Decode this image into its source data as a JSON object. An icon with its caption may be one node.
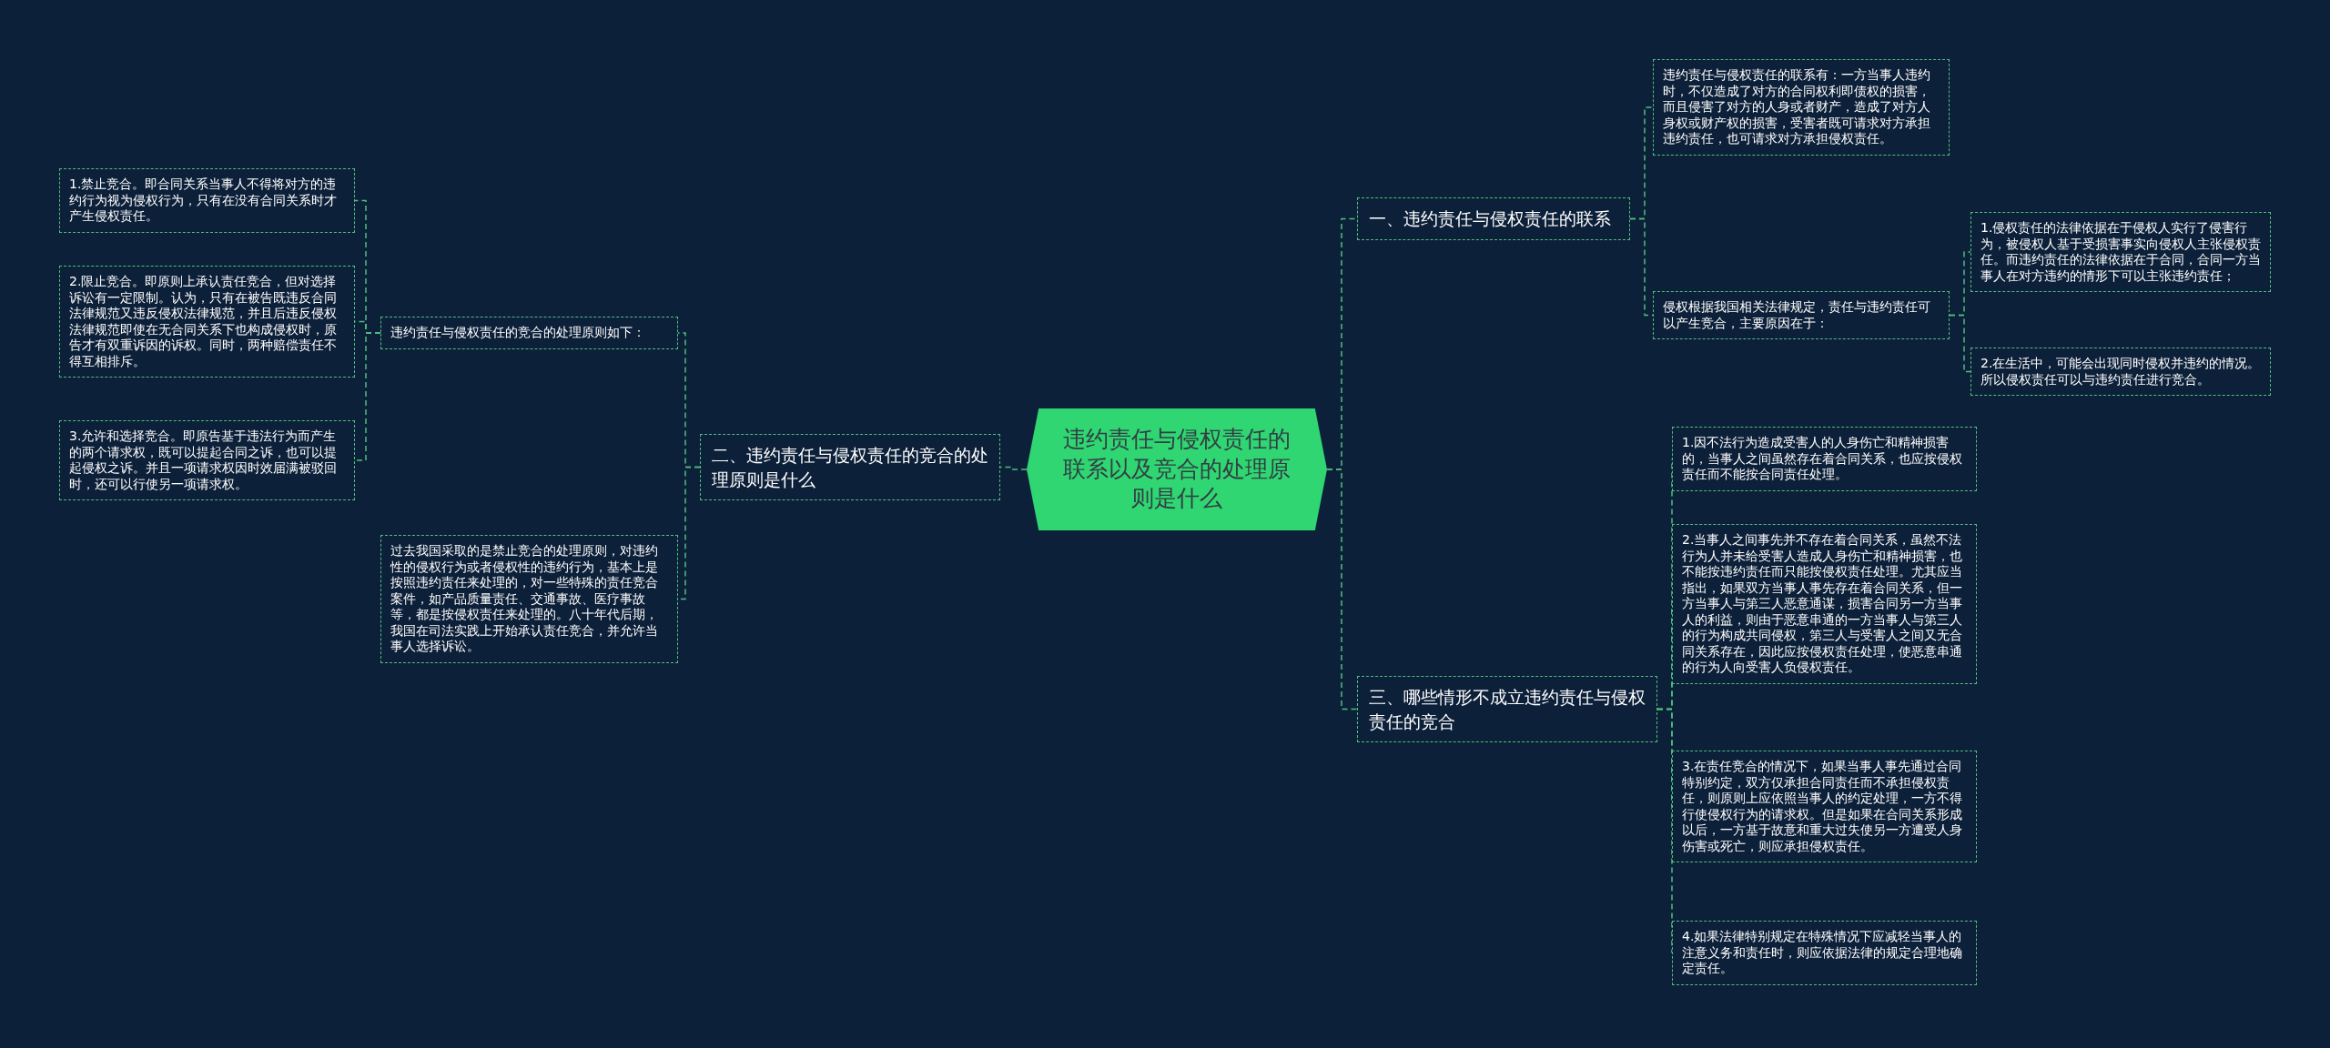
{
  "diagram": {
    "nodes": [
      {
        "text": [
          "违约责任与侵权责任的联系以及竞合的处理原则是什么"
        ]
      },
      {
        "text": [
          "一、违约责任与侵权责任的联系"
        ]
      },
      {
        "text": [
          "违约责任与侵权责任的联系有：一方当事人违约时，不仅造成了对方的合同权利即债权的损害，而且侵害了对方的人身或者财产，造成了对方人身权或财产权的损害，受害者既可请求对方承担违约责任，也可请求对方承担侵权责任。"
        ]
      },
      {
        "text": [
          "侵权根据我国相关法律规定，责任与违约责任可以产生竞合，主要原因在于："
        ]
      },
      {
        "text": [
          "1.侵权责任的法律依据在于侵权人实行了侵害行为，被侵权人基于受损害事实向侵权人主张侵权责任。而违约责任的法律依据在于合同，合同一方当事人在对方违约的情形下可以主张违约责任；"
        ]
      },
      {
        "text": [
          "2.在生活中，可能会出现同时侵权并违约的情况。所以侵权责任可以与违约责任进行竞合。"
        ]
      },
      {
        "text": [
          "二、违约责任与侵权责任的竞合的处理原则是什么"
        ]
      },
      {
        "text": [
          "违约责任与侵权责任的竞合的处理原则如下："
        ]
      },
      {
        "text": [
          "1.禁止竞合。即合同关系当事人不得将对方的违约行为视为侵权行为，只有在没有合同关系时才产生侵权责任。"
        ]
      },
      {
        "text": [
          "2.限止竞合。即原则上承认责任竞合，但对选择诉讼有一定限制。认为，只有在被告既违反合同法律规范又违反侵权法律规范，并且后违反侵权法律规范即使在无合同关系下也构成侵权时，原告才有双重诉因的诉权。同时，两种赔偿责任不得互相排斥。"
        ]
      },
      {
        "text": [
          "3.允许和选择竞合。即原告基于违法行为而产生的两个请求权，既可以提起合同之诉，也可以提起侵权之诉。并且一项请求权因时效届满被驳回时，还可以行使另一项请求权。"
        ]
      },
      {
        "text": [
          "过去我国采取的是禁止竞合的处理原则，对违约性的侵权行为或者侵权性的违约行为，基本上是按照违约责任来处理的，对一些特殊的责任竞合案件，如产品质量责任、交通事故、医疗事故等，都是按侵权责任来处理的。八十年代后期，我国在司法实践上开始承认责任竞合，并允许当事人选择诉讼。"
        ]
      },
      {
        "text": [
          "三、哪些情形不成立违约责任与侵权责任的竞合"
        ]
      },
      {
        "text": [
          "1.因不法行为造成受害人的人身伤亡和精神损害的，当事人之间虽然存在着合同关系，也应按侵权责任而不能按合同责任处理。"
        ]
      },
      {
        "text": [
          "2.当事人之间事先并不存在着合同关系，虽然不法行为人并未给受害人造成人身伤亡和精神损害，也不能按违约责任而只能按侵权责任处理。尤其应当指出，如果双方当事人事先存在着合同关系，但一方当事人与第三人恶意通谋，损害合同另一方当事人的利益，则由于恶意串通的一方当事人与第三人的行为构成共同侵权，第三人与受害人之间又无合同关系存在，因此应按侵权责任处理，使恶意串通的行为人向受害人负侵权责任。"
        ]
      },
      {
        "text": [
          "3.在责任竞合的情况下，如果当事人事先通过合同特别约定，双方仅承担合同责任而不承担侵权责任，则原则上应依照当事人的约定处理，一方不得行使侵权行为的请求权。但是如果在合同关系形成以后，一方基于故意和重大过失使另一方遭受人身伤害或死亡，则应承担侵权责任。"
        ]
      },
      {
        "text": [
          "4.如果法律特别规定在特殊情况下应减轻当事人的注意义务和责任时，则应依据法律的规定合理地确定责任。"
        ]
      }
    ],
    "edges": [
      {
        "from": 0,
        "to": 1,
        "arrow": "none",
        "style": "dashed"
      },
      {
        "from": 1,
        "to": 2,
        "arrow": "none",
        "style": "dashed"
      },
      {
        "from": 1,
        "to": 3,
        "arrow": "none",
        "style": "dashed"
      },
      {
        "from": 3,
        "to": 4,
        "arrow": "none",
        "style": "dashed"
      },
      {
        "from": 3,
        "to": 5,
        "arrow": "none",
        "style": "dashed"
      },
      {
        "from": 0,
        "to": 6,
        "arrow": "none",
        "style": "dashed"
      },
      {
        "from": 6,
        "to": 7,
        "arrow": "none",
        "style": "dashed"
      },
      {
        "from": 7,
        "to": 8,
        "arrow": "none",
        "style": "dashed"
      },
      {
        "from": 7,
        "to": 9,
        "arrow": "none",
        "style": "dashed"
      },
      {
        "from": 7,
        "to": 10,
        "arrow": "none",
        "style": "dashed"
      },
      {
        "from": 6,
        "to": 11,
        "arrow": "none",
        "style": "dashed"
      },
      {
        "from": 0,
        "to": 12,
        "arrow": "none",
        "style": "dashed"
      },
      {
        "from": 12,
        "to": 13,
        "arrow": "none",
        "style": "dashed"
      },
      {
        "from": 12,
        "to": 14,
        "arrow": "none",
        "style": "dashed"
      },
      {
        "from": 12,
        "to": 15,
        "arrow": "none",
        "style": "dashed"
      },
      {
        "from": 12,
        "to": 16,
        "arrow": "none",
        "style": "dashed"
      }
    ]
  }
}
